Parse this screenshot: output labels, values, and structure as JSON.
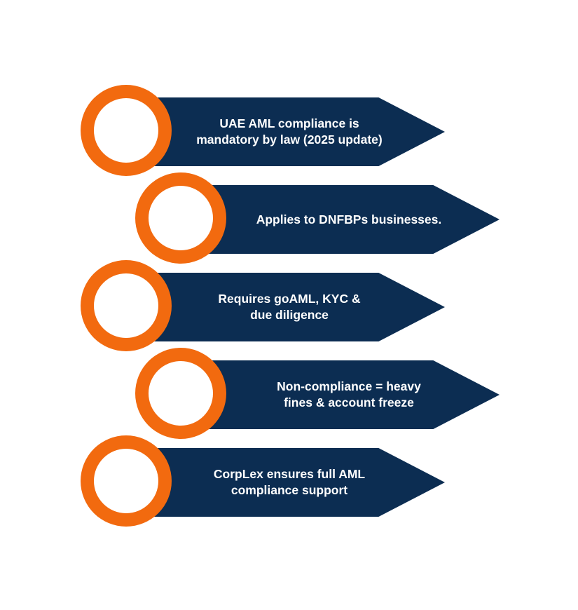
{
  "colors": {
    "accent_orange": "#f26a0f",
    "arrow_navy": "#0c2d52",
    "text": "#ffffff",
    "background": "#ffffff"
  },
  "steps": [
    {
      "text": "UAE AML compliance is\nmandatory by law (2025 update)"
    },
    {
      "text": "Applies to DNFBPs businesses."
    },
    {
      "text": "Requires goAML, KYC &\ndue diligence"
    },
    {
      "text": "Non-compliance = heavy\nfines & account freeze"
    },
    {
      "text": "CorpLex ensures full AML\ncompliance support"
    }
  ]
}
